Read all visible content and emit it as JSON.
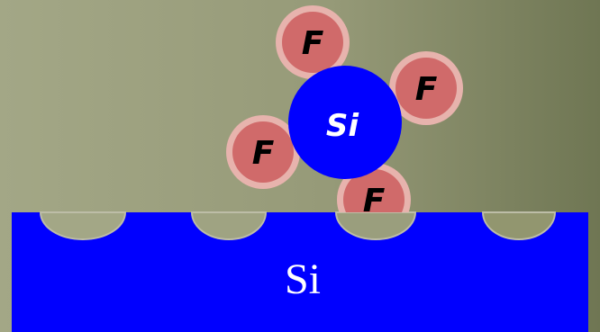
{
  "diagram": {
    "molecule": {
      "center_label": "Si",
      "ligand_label": "F",
      "ligand_count": 4
    },
    "substrate": {
      "label": "Si",
      "etch_pit_count": 4
    }
  },
  "colors": {
    "background_light": "#a3a786",
    "background_dark": "#6f7653",
    "silicon": "#0000ff",
    "fluorine_fill": "#d06a6a",
    "fluorine_ring": "#e7b3ad",
    "fluorine_text": "#000000",
    "silicon_text": "#ffffff",
    "pit_edge": "#bdbda7"
  }
}
